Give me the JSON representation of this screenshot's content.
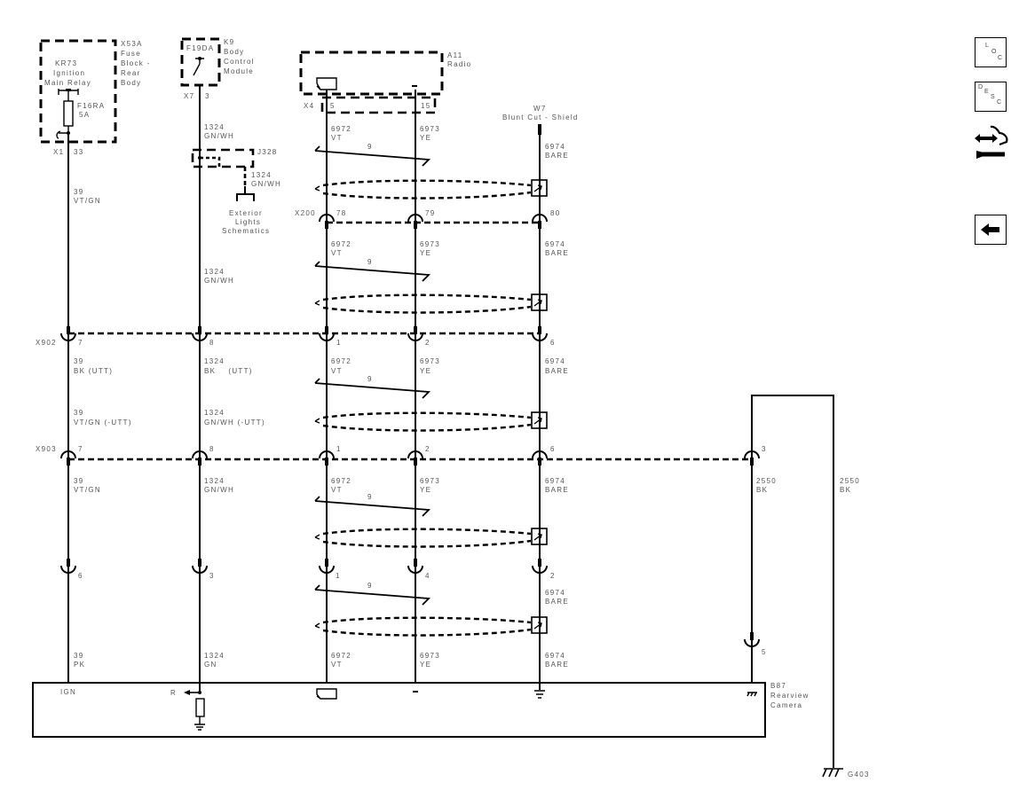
{
  "nav": {
    "loc": [
      "L",
      "O",
      "C"
    ],
    "desc": [
      "D",
      "E",
      "S",
      "C"
    ],
    "connector_icon": "connector-tool-icon",
    "back_icon": "left-arrow-icon"
  },
  "components": {
    "x53a": {
      "id": "X53A",
      "lines": [
        "Fuse",
        "Block -",
        "Rear",
        "Body"
      ]
    },
    "kr73": {
      "id": "KR73",
      "lines": [
        "Ignition",
        "Main Relay"
      ]
    },
    "f16ra": {
      "id": "F16RA",
      "rating": "5A"
    },
    "k9": {
      "id": "K9",
      "lines": [
        "Body",
        "Control",
        "Module"
      ]
    },
    "f19da": {
      "id": "F19DA"
    },
    "a11": {
      "id": "A11",
      "name": "Radio"
    },
    "w7": {
      "id": "W7",
      "name": "Blunt Cut - Shield"
    },
    "j328": {
      "id": "J328"
    },
    "exterior": {
      "lines": [
        "Exterior",
        "Lights",
        "Schematics"
      ]
    },
    "b87": {
      "id": "B87",
      "lines": [
        "Rearview",
        "Camera"
      ]
    },
    "g403": {
      "id": "G403"
    }
  },
  "connectors": {
    "x1": {
      "id": "X1",
      "pin": "33"
    },
    "x7": {
      "id": "X7",
      "pin": "3"
    },
    "x4": {
      "id": "X4",
      "pins": [
        "5",
        "15"
      ]
    },
    "x200": {
      "id": "X200",
      "pins": [
        "78",
        "79",
        "80"
      ]
    },
    "x902": {
      "id": "X902",
      "pins": [
        "7",
        "8",
        "1",
        "2",
        "6"
      ]
    },
    "x903": {
      "id": "X903",
      "pins": [
        "7",
        "8",
        "1",
        "2",
        "6",
        "3"
      ]
    },
    "camera_pins": [
      "6",
      "3",
      "1",
      "4",
      "2",
      "5"
    ]
  },
  "wires": {
    "c39": {
      "num": "39",
      "seg1": "VT/GN",
      "seg2": "BK (UTT)",
      "seg3": "VT/GN (-UTT)",
      "seg4": "VT/GN",
      "seg5": "PK"
    },
    "c1324": {
      "num": "1324",
      "seg0": "GN/WH",
      "branch": "GN/WH",
      "seg1": "GN/WH",
      "seg2": "BK    (UTT)",
      "seg3": "GN/WH (-UTT)",
      "seg4": "GN/WH",
      "seg5": "GN"
    },
    "c6972": {
      "num": "6972",
      "color": "VT"
    },
    "c6973": {
      "num": "6973",
      "color": "YE"
    },
    "c6974": {
      "num": "6974",
      "color": "BARE"
    },
    "c2550": {
      "num": "2550",
      "color": "BK"
    },
    "twist": "9"
  },
  "camera_pins_labels": {
    "ign": "IGN",
    "r": "R"
  }
}
